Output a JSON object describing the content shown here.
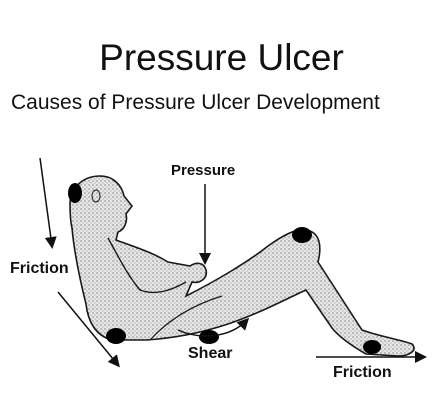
{
  "title": "Pressure Ulcer",
  "subtitle": "Causes of Pressure Ulcer Development",
  "labels": {
    "pressure": "Pressure",
    "friction_left": "Friction",
    "shear": "Shear",
    "friction_right": "Friction"
  },
  "colors": {
    "outline": "#1a1a1a",
    "body_fill": "#d9d9d9",
    "pressure_point": "#000000"
  }
}
